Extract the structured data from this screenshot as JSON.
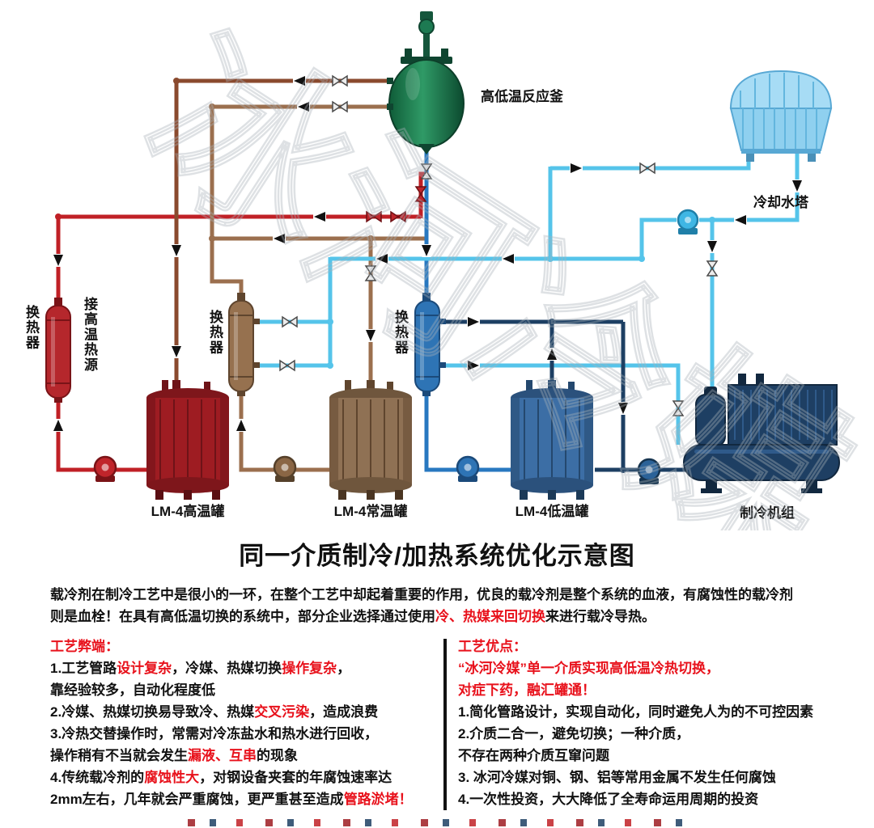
{
  "watermark": "冰河冷媒",
  "title": "同一介质制冷/加热系统优化示意图",
  "diagram": {
    "kettle": "高低温反应釜",
    "cooling_tower": "冷却水塔",
    "hx_left": "换热器",
    "hx_left_note": "接高温热源",
    "hx_mid": "换热器",
    "hx_right": "换热器",
    "tank_high": "LM-4高温罐",
    "tank_normal": "LM-4常温罐",
    "tank_low": "LM-4低温罐",
    "chiller": "制冷机组"
  },
  "intro": [
    [
      {
        "t": "载冷剂在制冷工艺中是很小的一环，在整个工艺中却起着重要的作用，优良的载冷剂是整个系统的血液，有腐蚀性的载冷剂"
      }
    ],
    [
      {
        "t": "则是血栓！在具有高低温切换的系统中，部分企业选择通过使用"
      },
      {
        "t": "冷、热媒来回切换",
        "c": "red"
      },
      {
        "t": "来进行载冷导热。"
      }
    ]
  ],
  "cons": {
    "title": "工艺弊端：",
    "items": [
      [
        [
          {
            "t": "1.工艺管路"
          },
          {
            "t": "设计复杂",
            "c": "red"
          },
          {
            "t": "，冷媒、热媒切换"
          },
          {
            "t": "操作复杂",
            "c": "red"
          },
          {
            "t": "，"
          }
        ],
        [
          {
            "t": "靠经验较多，自动化程度低"
          }
        ]
      ],
      [
        [
          {
            "t": "2.冷媒、热媒切换易导致冷、热媒"
          },
          {
            "t": "交叉污染",
            "c": "red"
          },
          {
            "t": "，造成浪费"
          }
        ]
      ],
      [
        [
          {
            "t": "3.冷热交替操作时，常需对冷冻盐水和热水进行回收，"
          }
        ],
        [
          {
            "t": "操作稍有不当就会发生"
          },
          {
            "t": "漏液、互串",
            "c": "red"
          },
          {
            "t": "的现象"
          }
        ]
      ],
      [
        [
          {
            "t": "4.传统载冷剂的"
          },
          {
            "t": "腐蚀性大",
            "c": "red"
          },
          {
            "t": "，对钢设备夹套的年腐蚀速率达"
          }
        ],
        [
          {
            "t": "2mm左右，几年就会严重腐蚀，更严重甚至造成"
          },
          {
            "t": "管路淤堵！",
            "c": "red"
          }
        ]
      ]
    ]
  },
  "pros": {
    "title": "工艺优点：",
    "items": [
      [
        [
          {
            "t": "“冰河冷媒”单一介质实现高低温冷热切换，",
            "c": "red"
          }
        ],
        [
          {
            "t": "对症下药，融汇罐通！",
            "c": "red"
          }
        ]
      ],
      [
        [
          {
            "t": "1.简化管路设计，实现自动化，同时避免人为的不可控因素"
          }
        ]
      ],
      [
        [
          {
            "t": "2.介质二合一，避免切换；一种介质，"
          }
        ],
        [
          {
            "t": "不存在两种介质互窜问题"
          }
        ]
      ],
      [
        [
          {
            "t": "3. 冰河冷媒对铜、钢、铝等常用金属不发生任何腐蚀"
          }
        ]
      ],
      [
        [
          {
            "t": "4.一次性投资，大大降低了全寿命运用周期的投资"
          }
        ]
      ]
    ]
  },
  "colors": {
    "pipe_red": "#c02026",
    "pipe_sienna": "#8a4a2e",
    "pipe_tan": "#9b6f4e",
    "pipe_blue": "#2878c0",
    "pipe_cyan": "#55c4ea",
    "pipe_navy": "#1d3f63",
    "highlight_red": "#e8111b"
  }
}
